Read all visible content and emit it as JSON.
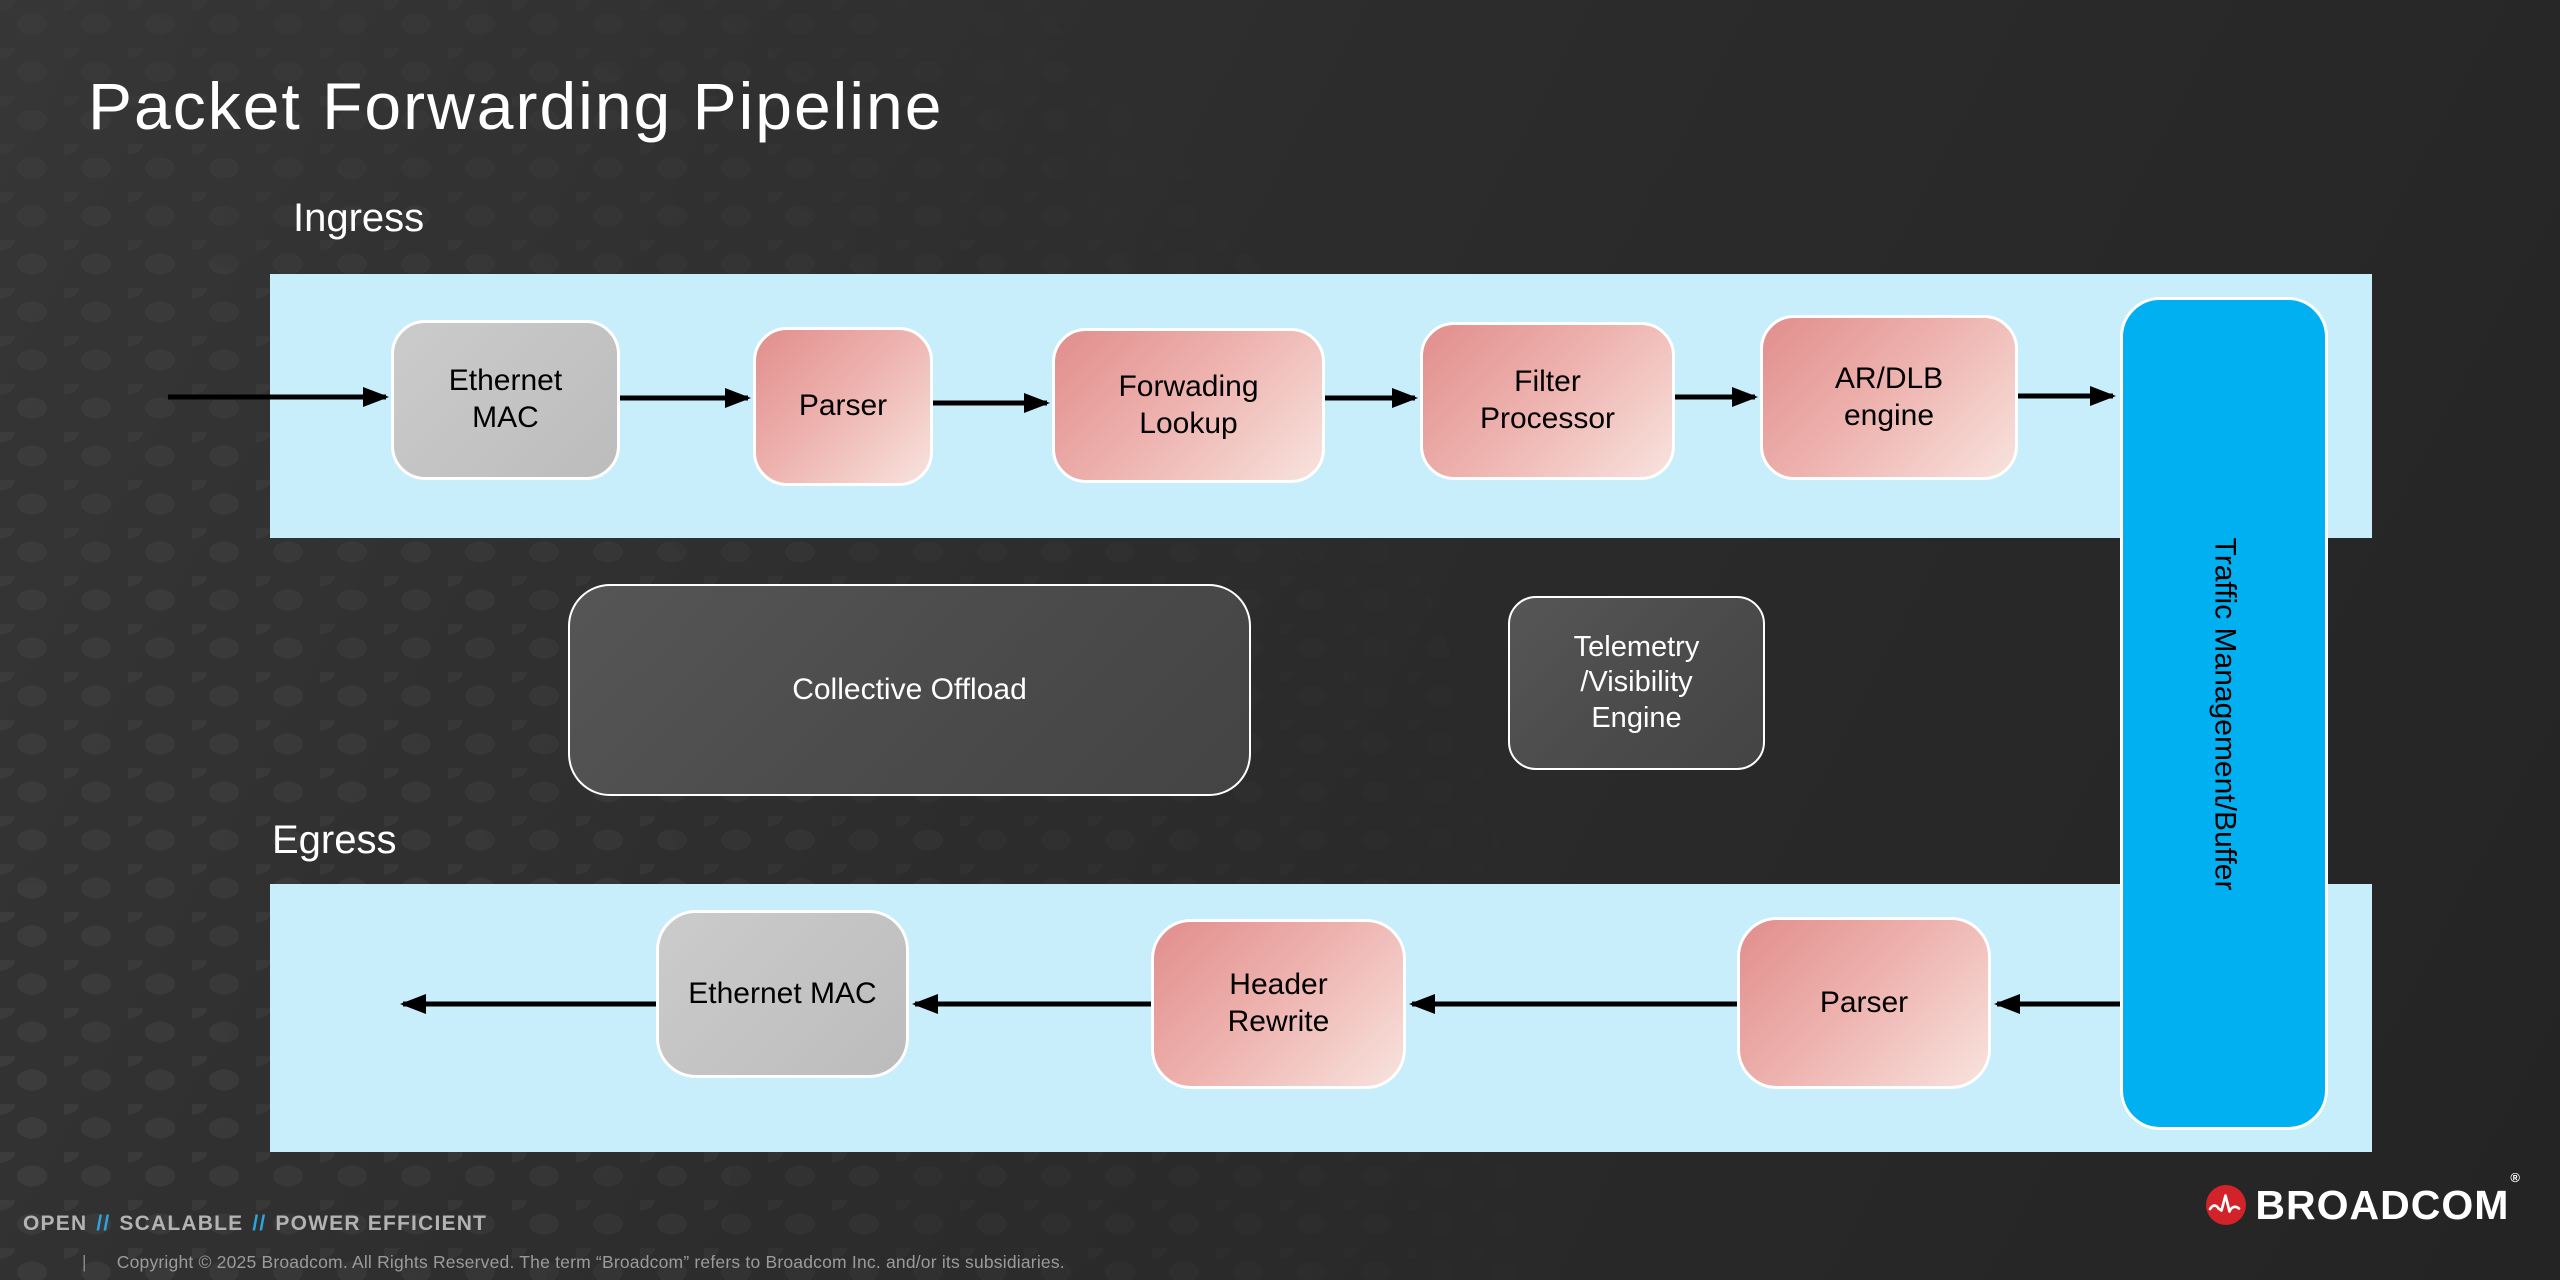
{
  "slide": {
    "title": "Packet Forwarding Pipeline"
  },
  "sections": {
    "ingress_label": "Ingress",
    "egress_label": "Egress"
  },
  "diagram": {
    "ingress_boxes": [
      {
        "label": "Ethernet MAC",
        "style": "gray"
      },
      {
        "label": "Parser",
        "style": "pink"
      },
      {
        "label": "Forwading Lookup",
        "style": "pink"
      },
      {
        "label": "Filter Processor",
        "style": "pink"
      },
      {
        "label": "AR/DLB engine",
        "style": "pink"
      }
    ],
    "middle_boxes": [
      {
        "label": "Collective Offload"
      },
      {
        "label": "Telemetry /Visibility Engine"
      }
    ],
    "egress_boxes": [
      {
        "label": "Ethernet MAC",
        "style": "gray"
      },
      {
        "label": "Header Rewrite",
        "style": "pink"
      },
      {
        "label": "Parser",
        "style": "pink"
      }
    ],
    "buffer_box": {
      "label": "Traffic Management/Buffer"
    }
  },
  "footer": {
    "tagline": {
      "open": "OPEN",
      "sep1": "//",
      "scalable": "SCALABLE",
      "sep2": "//",
      "power": "POWER EFFICIENT"
    },
    "separator": "|",
    "copyright": "Copyright © 2025 Broadcom.  All Rights Reserved. The term “Broadcom” refers to Broadcom Inc. and/or its subsidiaries.",
    "logo_text": "BROADCOM",
    "registered": "®"
  },
  "colors": {
    "background": "#2b2b2b",
    "band_light_blue": "#c8edfb",
    "box_pink_start": "#e18e8c",
    "box_pink_end": "#f8e3de",
    "box_gray": "#c4c4c4",
    "buffer_blue": "#00b0f0",
    "panel_dark": "#4b4b4b",
    "slash_blue": "#2ba7dd",
    "broadcom_red": "#d2232a",
    "arrow_black": "#000000"
  }
}
